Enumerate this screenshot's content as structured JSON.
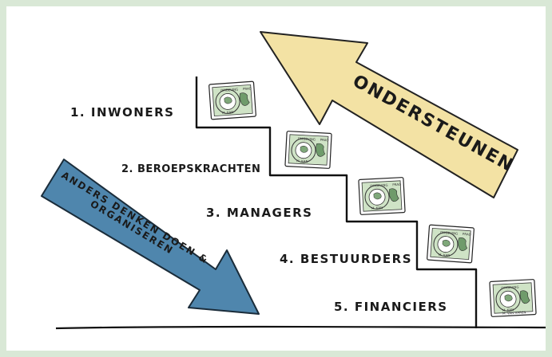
{
  "steps": [
    {
      "label": "1. INWONERS"
    },
    {
      "label": "2. BEROEPSKRACHTEN"
    },
    {
      "label": "3. MANAGERS"
    },
    {
      "label": "4. BESTUURDERS"
    },
    {
      "label": "5. FINANCIERS"
    }
  ],
  "arrows": {
    "up": {
      "text": "ONDERSTEUNEN",
      "color": "#f3e2a4"
    },
    "down": {
      "line1": "ANDERS DENKEN DOEN &",
      "line2": "ORGANISEREN",
      "color": "#4f86ad"
    }
  },
  "stamp": {
    "label": "OMGEVING",
    "line1": "M. KAN",
    "line2": "M. VAN HAREN",
    "corner": "PRAO",
    "color": "#cfe3c6"
  },
  "colors": {
    "background": "#d9e8d6",
    "ink": "#1a1a1a"
  }
}
